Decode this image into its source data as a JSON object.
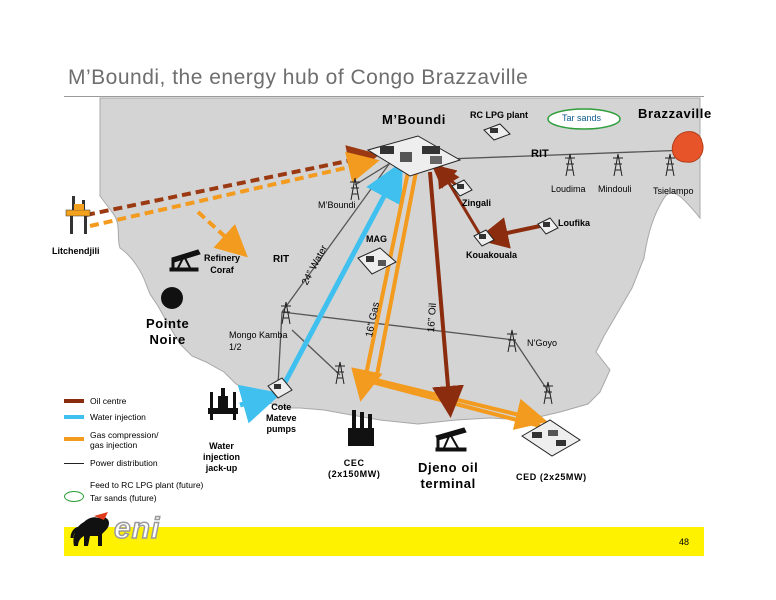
{
  "title": "M’Boundi, the energy hub of Congo Brazzaville",
  "page_number": "48",
  "logo": {
    "text": "eni"
  },
  "places": {
    "mboundi": "M’Boundi",
    "rc_lpg": "RC LPG plant",
    "tar_sands": "Tar sands",
    "brazzaville": "Brazzaville",
    "rit_top": "RIT",
    "loudima": "Loudima",
    "mindouli": "Mindouli",
    "tsielampo": "Tsielampo",
    "zingali": "Zingali",
    "loufika": "Loufika",
    "mboundi_small": "M’Boundi",
    "litchendjili": "Litchendjili",
    "refinery_line1": "Refinery",
    "refinery_line2": "Coraf",
    "rit_left": "RIT",
    "mag": "MAG",
    "kouakouala": "Kouakouala",
    "water_24": "24” Water",
    "gas_16": "16” Gas",
    "oil_16": "16” Oil",
    "pointe_line1": "Pointe",
    "pointe_line2": "Noire",
    "mongo_line1": "Mongo Kamba",
    "mongo_line2": "1/2",
    "ngoyo": "N’Goyo",
    "cote_line1": "Cote",
    "cote_line2": "Mateve",
    "cote_line3": "pumps",
    "water_jack_line1": "Water",
    "water_jack_line2": "injection",
    "water_jack_line3": "jack-up",
    "cec_line1": "CEC",
    "cec_line2": "(2x150MW)",
    "djeno_line1": "Djeno oil",
    "djeno_line2": "terminal",
    "ced": "CED (2x25MW)"
  },
  "legend": {
    "oil": "Oil centre",
    "water": "Water injection",
    "gas_line1": "Gas compression/",
    "gas_line2": "gas injection",
    "power": "Power distribution",
    "rc_feed": "Feed to RC LPG plant (future)",
    "tar": "Tar sands (future)"
  },
  "colors": {
    "land": "#d4d4d4",
    "oil": "#8b2c0e",
    "water": "#3fc0ee",
    "gas": "#f39b1f",
    "future_oil": "#9b3a12",
    "tar_oval": "#2e9e3a",
    "footer": "#fff200",
    "brazzaville_blob": "#e8542a"
  }
}
